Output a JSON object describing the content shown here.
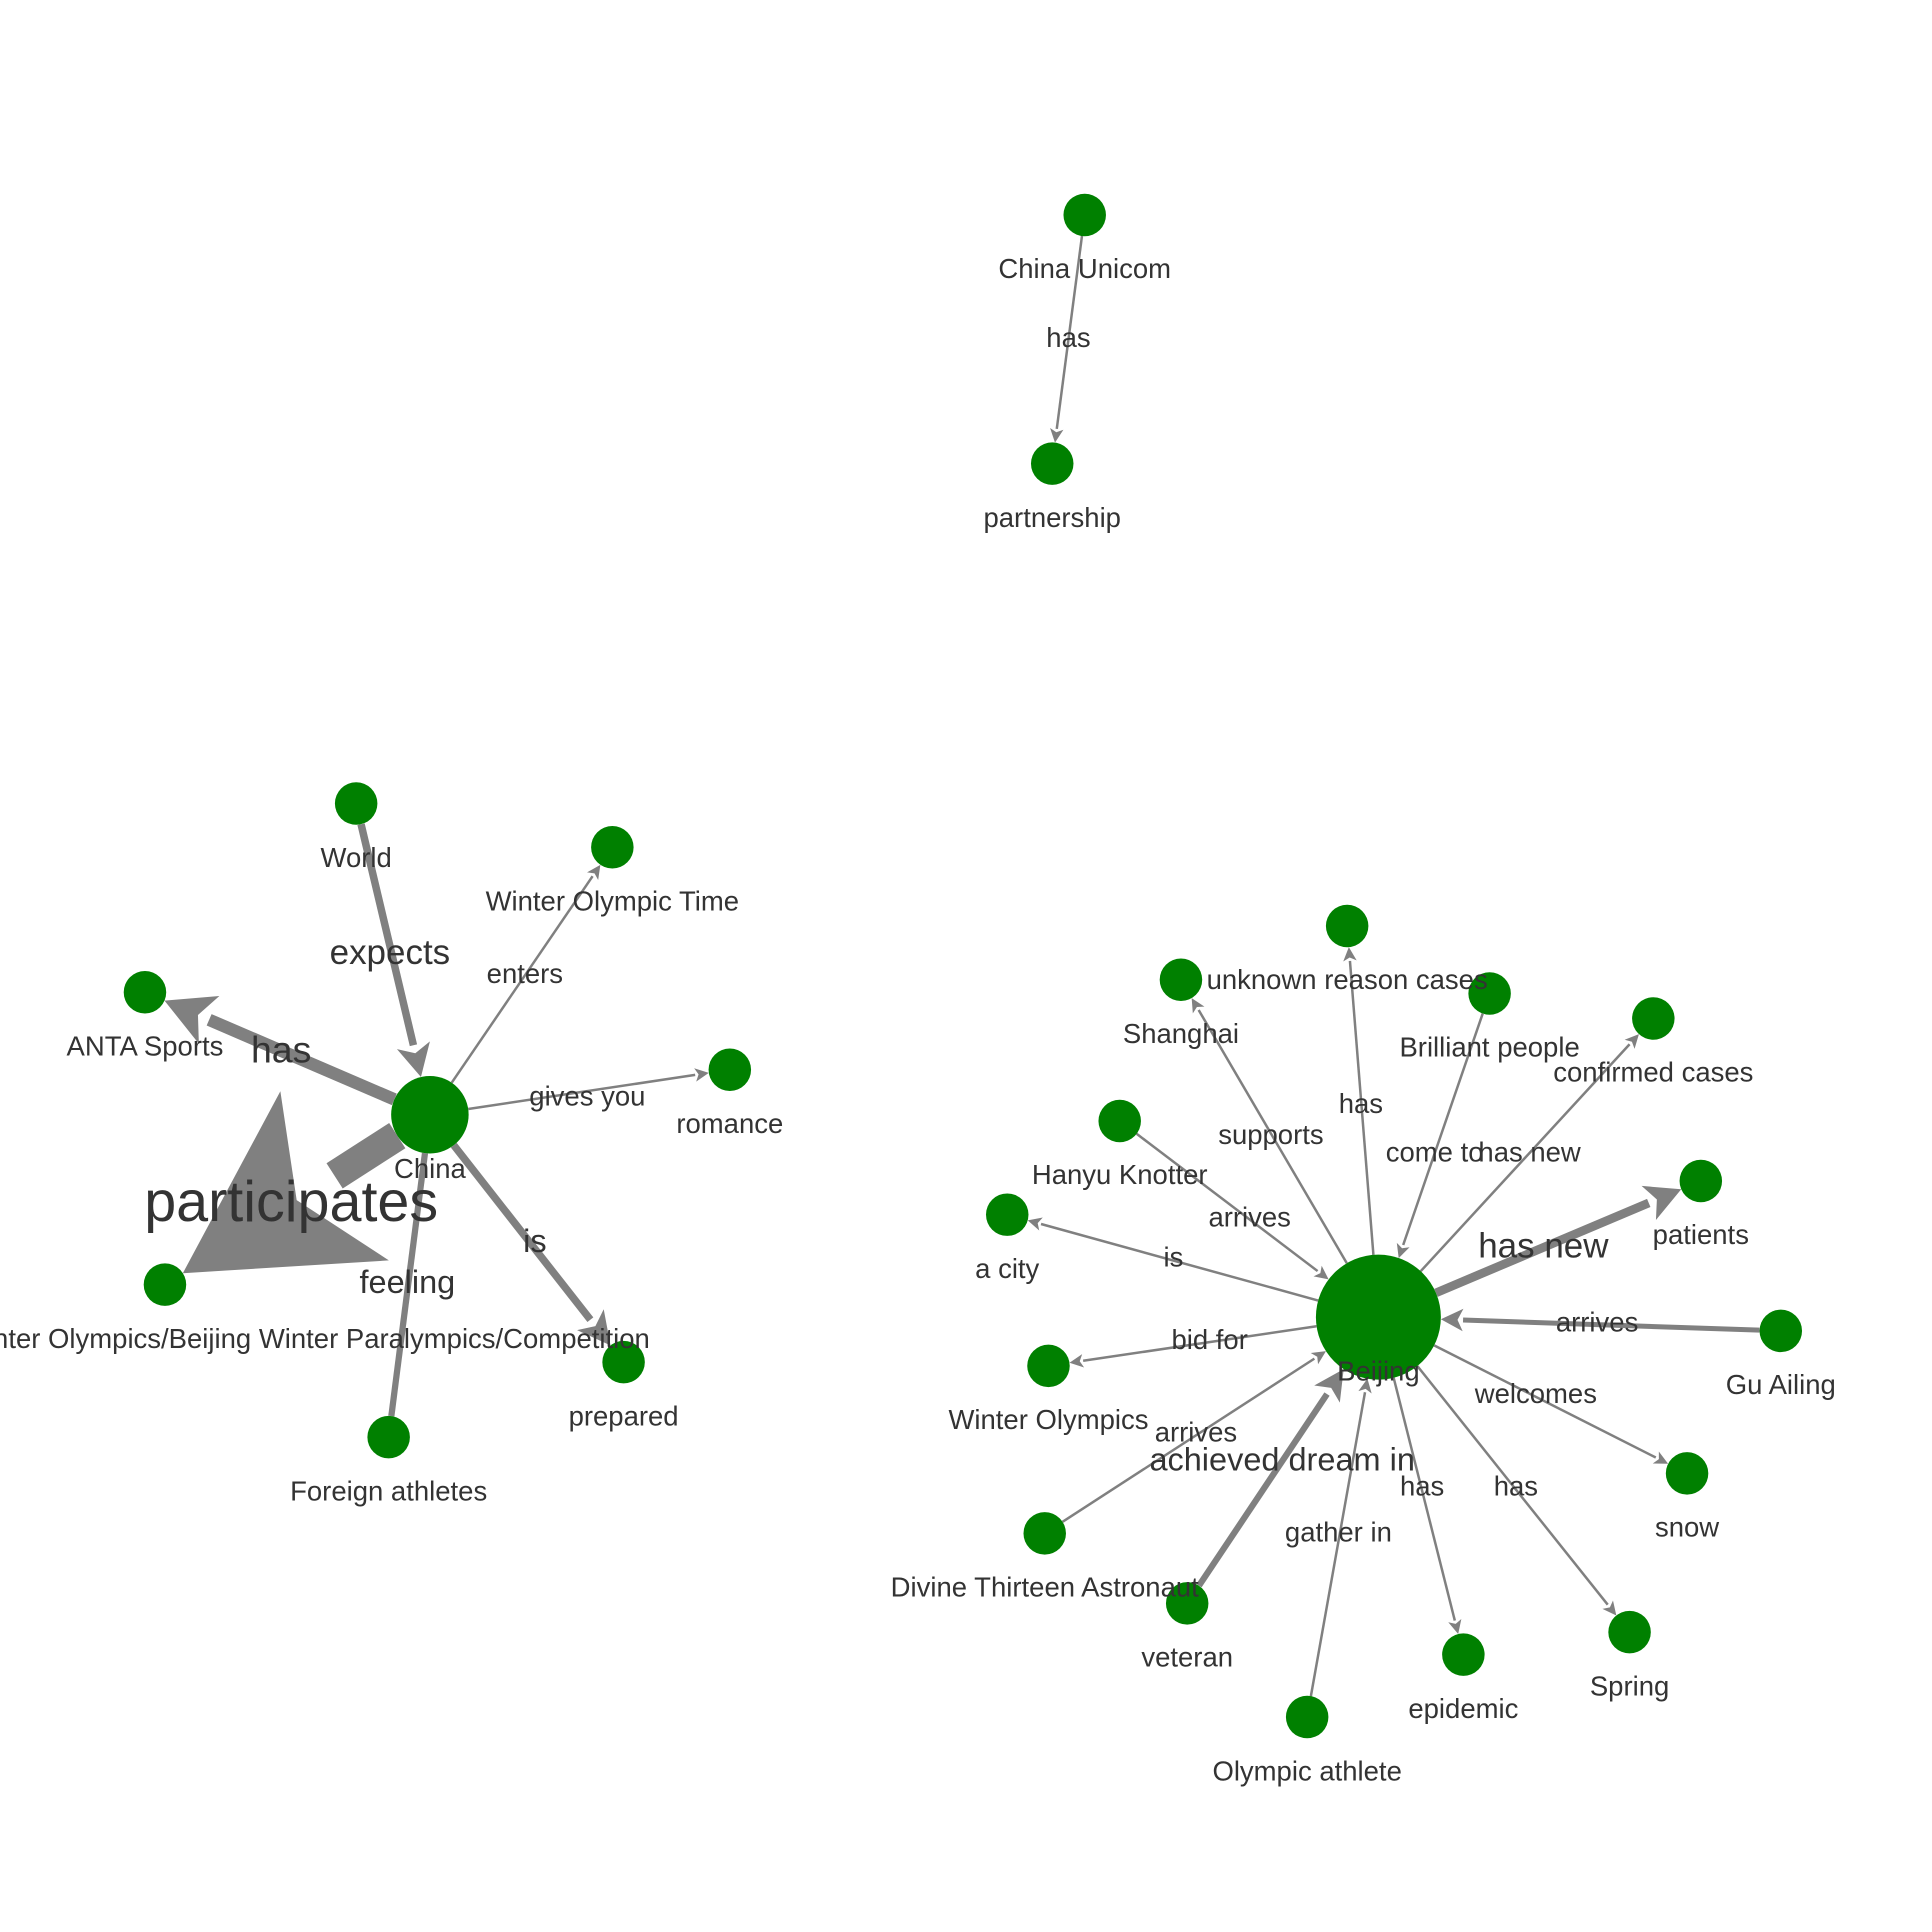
{
  "colors": {
    "node": "#008000",
    "edge": "#808080",
    "text": "#333333",
    "background": "#ffffff"
  },
  "nodes": [
    {
      "id": "china_unicom",
      "label": "China Unicom"
    },
    {
      "id": "partnership",
      "label": "partnership"
    },
    {
      "id": "world",
      "label": "World"
    },
    {
      "id": "winter_olympic_time",
      "label": "Winter Olympic Time"
    },
    {
      "id": "anta",
      "label": "ANTA Sports"
    },
    {
      "id": "romance",
      "label": "romance"
    },
    {
      "id": "china",
      "label": "China"
    },
    {
      "id": "competition",
      "label": "Beijing Winter Olympics/Beijing Winter Paralympics/Competition"
    },
    {
      "id": "prepared",
      "label": "prepared"
    },
    {
      "id": "foreign_athletes",
      "label": "Foreign athletes"
    },
    {
      "id": "unknown_cases",
      "label": "unknown reason cases"
    },
    {
      "id": "shanghai",
      "label": "Shanghai"
    },
    {
      "id": "brilliant_people",
      "label": "Brilliant people"
    },
    {
      "id": "confirmed_cases",
      "label": "confirmed cases"
    },
    {
      "id": "hanyu",
      "label": "Hanyu Knotter"
    },
    {
      "id": "a_city",
      "label": "a city"
    },
    {
      "id": "patients",
      "label": "patients"
    },
    {
      "id": "gu_ailing",
      "label": "Gu Ailing"
    },
    {
      "id": "winter_olympics",
      "label": "Winter Olympics"
    },
    {
      "id": "beijing",
      "label": "Beijing"
    },
    {
      "id": "snow",
      "label": "snow"
    },
    {
      "id": "astronaut",
      "label": "Divine Thirteen Astronaut"
    },
    {
      "id": "veteran",
      "label": "veteran"
    },
    {
      "id": "epidemic",
      "label": "epidemic"
    },
    {
      "id": "spring",
      "label": "Spring"
    },
    {
      "id": "olympic_athlete",
      "label": "Olympic athlete"
    }
  ],
  "edges": [
    {
      "source": "china_unicom",
      "target": "partnership",
      "label": "has"
    },
    {
      "source": "world",
      "target": "china",
      "label": "expects"
    },
    {
      "source": "china",
      "target": "winter_olympic_time",
      "label": "enters"
    },
    {
      "source": "china",
      "target": "anta",
      "label": "has"
    },
    {
      "source": "china",
      "target": "romance",
      "label": "gives you"
    },
    {
      "source": "china",
      "target": "competition",
      "label": "participates"
    },
    {
      "source": "china",
      "target": "prepared",
      "label": "is"
    },
    {
      "source": "foreign_athletes",
      "target": "china",
      "label": "feeling"
    },
    {
      "source": "beijing",
      "target": "unknown_cases",
      "label": "has"
    },
    {
      "source": "beijing",
      "target": "shanghai",
      "label": "supports"
    },
    {
      "source": "brilliant_people",
      "target": "beijing",
      "label": "come to"
    },
    {
      "source": "beijing",
      "target": "confirmed_cases",
      "label": "has new"
    },
    {
      "source": "hanyu",
      "target": "beijing",
      "label": "arrives"
    },
    {
      "source": "beijing",
      "target": "a_city",
      "label": "is"
    },
    {
      "source": "beijing",
      "target": "patients",
      "label": "has new"
    },
    {
      "source": "gu_ailing",
      "target": "beijing",
      "label": "arrives"
    },
    {
      "source": "beijing",
      "target": "winter_olympics",
      "label": "bid for"
    },
    {
      "source": "beijing",
      "target": "snow",
      "label": "welcomes"
    },
    {
      "source": "astronaut",
      "target": "beijing",
      "label": "arrives"
    },
    {
      "source": "veteran",
      "target": "beijing",
      "label": "achieved dream in"
    },
    {
      "source": "beijing",
      "target": "epidemic",
      "label": "has"
    },
    {
      "source": "beijing",
      "target": "spring",
      "label": "has"
    },
    {
      "source": "olympic_athlete",
      "target": "beijing",
      "label": "gather in"
    }
  ]
}
